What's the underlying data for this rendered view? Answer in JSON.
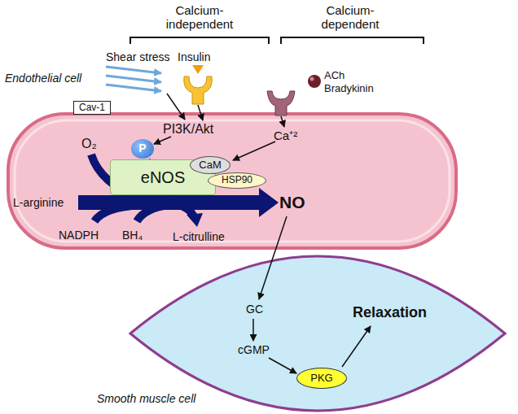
{
  "diagram": {
    "nodes": [
      {
        "text": [
          "Endothelial cell"
        ]
      },
      {
        "text": [
          "Cav-1"
        ]
      },
      {
        "text": [
          "P"
        ],
        "in": 0
      },
      {
        "text": [
          "CaM"
        ],
        "in": 0
      },
      {
        "text": [
          "eNOS"
        ],
        "in": 0
      },
      {
        "text": [
          "HSP90"
        ],
        "in": 0
      },
      {
        "text": [
          "Smooth muscle cell"
        ]
      },
      {
        "text": [
          "PKG"
        ],
        "in": 6
      }
    ],
    "edges": [
      {
        "from": 2,
        "to": 4,
        "arrow": "none"
      }
    ],
    "labels": [
      "Calcium- independent",
      "Calcium- dependent",
      "Shear stress",
      "Insulin",
      "ACh",
      "Bradykinin",
      "PI3K/Akt",
      "Ca⁺²",
      "O₂",
      "L-arginine",
      "NADPH",
      "BH₄",
      "L-citrulline",
      "NO",
      "GC",
      "cGMP",
      "Relaxation"
    ]
  }
}
